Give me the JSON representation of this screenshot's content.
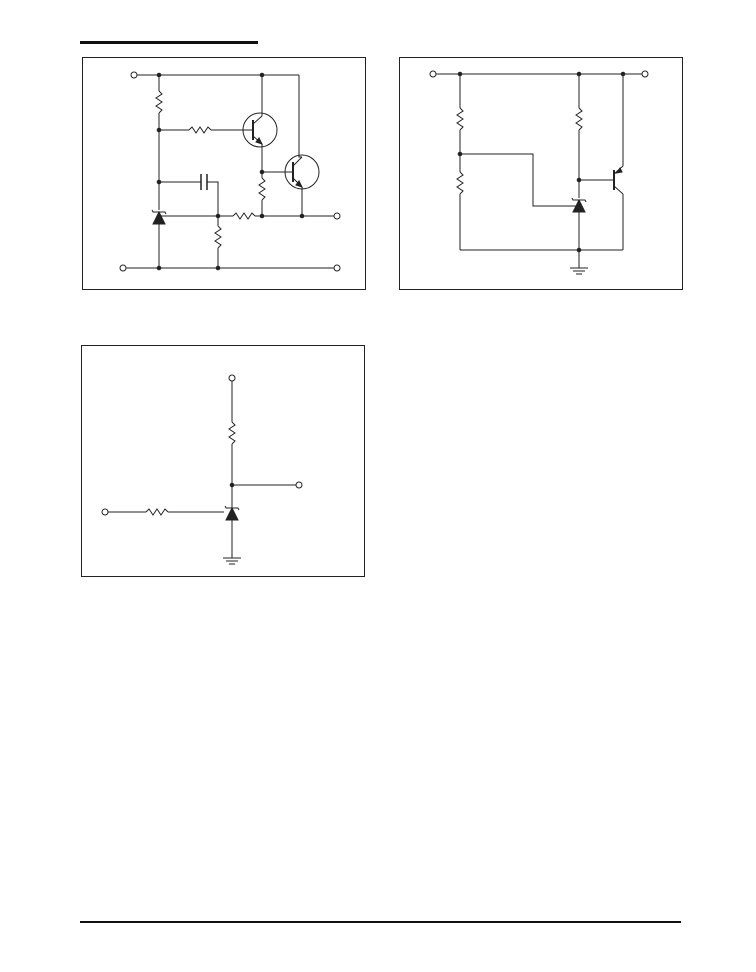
{
  "page": {
    "header_rule": "present",
    "footer_rule": "present"
  },
  "colors": {
    "ink": "#222222",
    "paper": "#ffffff"
  },
  "schematics": [
    {
      "id": "panel-a",
      "components": [
        "resistor",
        "resistor",
        "resistor",
        "resistor",
        "resistor",
        "npn-transistor",
        "npn-transistor",
        "capacitor",
        "zener-diode"
      ]
    },
    {
      "id": "panel-b",
      "components": [
        "resistor",
        "resistor",
        "resistor",
        "zener-diode",
        "pnp-transistor",
        "ground"
      ]
    },
    {
      "id": "panel-c",
      "components": [
        "resistor",
        "resistor",
        "zener-diode",
        "ground"
      ]
    }
  ]
}
